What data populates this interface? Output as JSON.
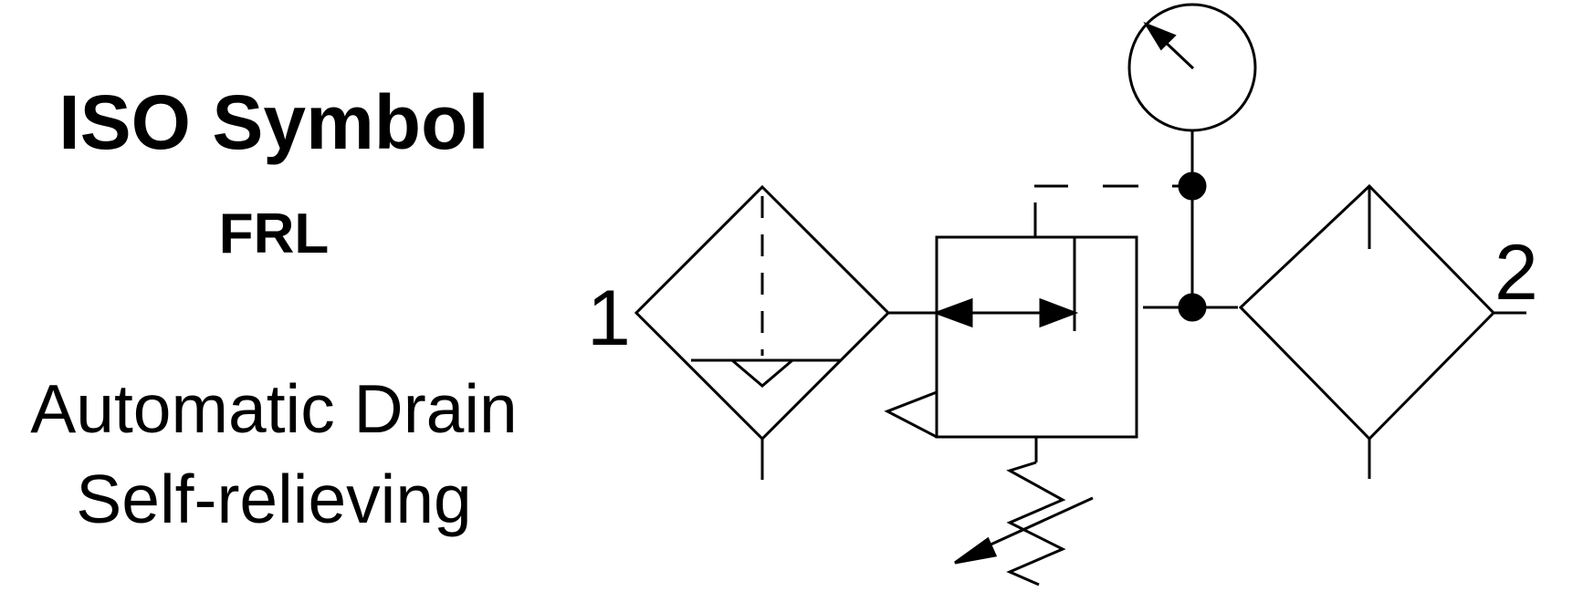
{
  "title": "ISO Symbol",
  "subtitle": "FRL",
  "description": {
    "line1": "Automatic Drain",
    "line2": "Self-relieving"
  },
  "ports": {
    "inlet": "1",
    "outlet": "2"
  }
}
